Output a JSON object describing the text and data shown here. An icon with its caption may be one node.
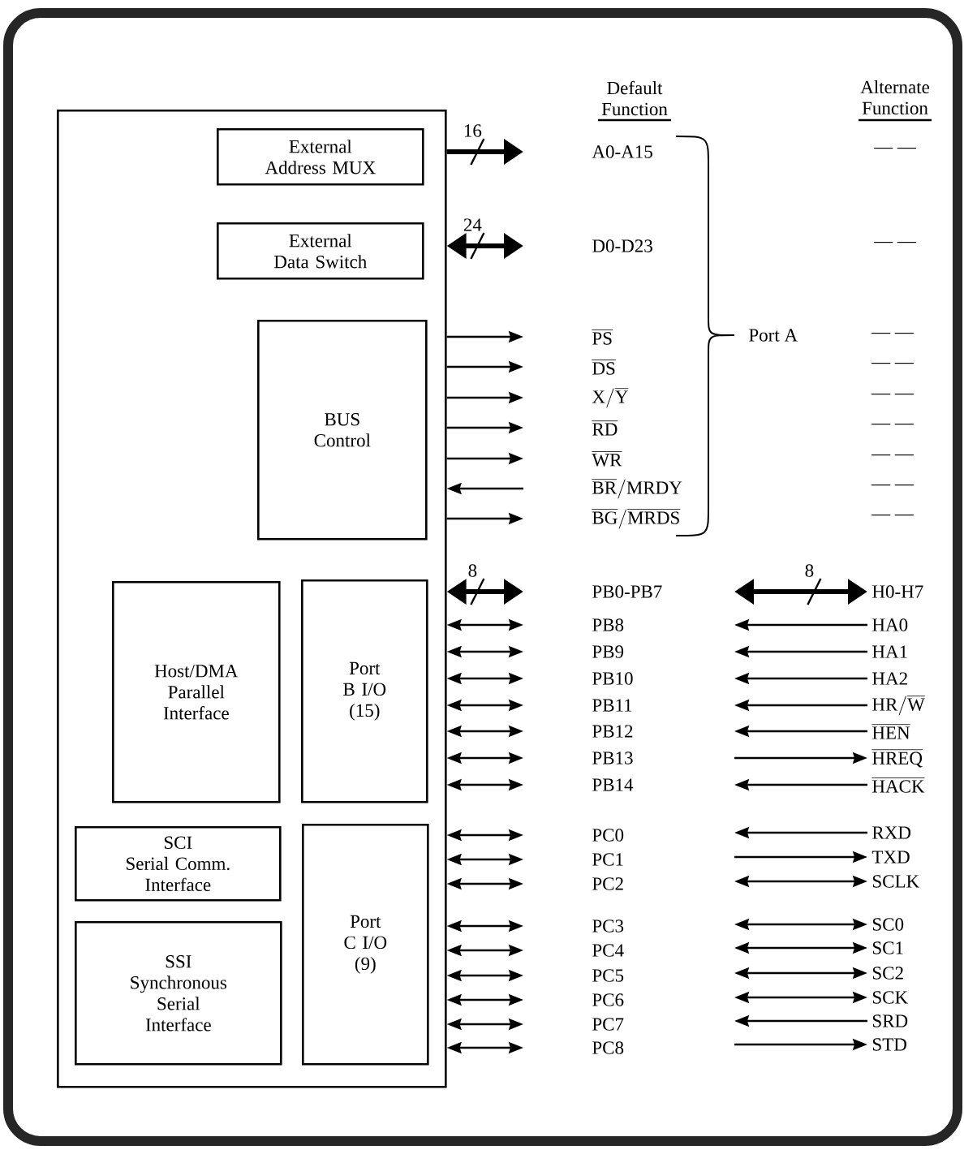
{
  "diagram": {
    "nodes": [
      {
        "text": [],
        "shape": "box"
      },
      {
        "text": [
          "External Address MUX"
        ],
        "in": 0
      },
      {
        "text": [
          "External Data Switch"
        ],
        "in": 0
      },
      {
        "text": [
          "BUS Control"
        ],
        "in": 0
      },
      {
        "text": [
          "Host/DMA Parallel Interface"
        ],
        "in": 0
      },
      {
        "text": [
          "Port B I/O (15)"
        ],
        "in": 0
      },
      {
        "text": [
          "SCI",
          "Serial Comm. Interface"
        ],
        "in": 0
      },
      {
        "text": [
          "SSI",
          "Synchronous Serial Interface"
        ],
        "in": 0
      },
      {
        "text": [
          "Port C I/O (9)"
        ],
        "in": 0
      },
      {
        "text": [
          "A0-A15"
        ]
      },
      {
        "text": [
          "D0-D23"
        ]
      },
      {
        "text": [
          "\\overline{\\mathrm{PS}}"
        ]
      },
      {
        "text": [
          "\\overline{\\mathrm{DS}}"
        ]
      },
      {
        "text": [
          "\\mathrm{X}/\\overline{\\mathrm{Y}}"
        ]
      },
      {
        "text": [
          "\\overline{\\mathrm{RD}}"
        ]
      },
      {
        "text": [
          "\\overline{\\mathrm{WR}}"
        ]
      },
      {
        "text": [
          "\\overline{\\mathrm{BR}}/\\mathrm{MRDY}"
        ]
      },
      {
        "text": [
          "\\overline{\\mathrm{BG}}/\\overline{\\mathrm{MRDS}}"
        ]
      },
      {
        "text": [
          "PB0-PB7"
        ]
      },
      {
        "text": [
          "PB8"
        ]
      },
      {
        "text": [
          "PB9"
        ]
      },
      {
        "text": [
          "PB10"
        ]
      },
      {
        "text": [
          "PB11"
        ]
      },
      {
        "text": [
          "PB12"
        ]
      },
      {
        "text": [
          "PB13"
        ]
      },
      {
        "text": [
          "PB14"
        ]
      },
      {
        "text": [
          "PC0"
        ]
      },
      {
        "text": [
          "PC1"
        ]
      },
      {
        "text": [
          "PC2"
        ]
      },
      {
        "text": [
          "PC3"
        ]
      },
      {
        "text": [
          "PC4"
        ]
      },
      {
        "text": [
          "PC5"
        ]
      },
      {
        "text": [
          "PC6"
        ]
      },
      {
        "text": [
          "PC7"
        ]
      },
      {
        "text": [
          "PC8"
        ]
      },
      {
        "text": [
          "H0-H7"
        ]
      },
      {
        "text": [
          "HA0"
        ]
      },
      {
        "text": [
          "HA1"
        ]
      },
      {
        "text": [
          "HA2"
        ]
      },
      {
        "text": [
          "\\mathrm{HR}/\\overline{\\mathrm{W}}"
        ]
      },
      {
        "text": [
          "\\overline{\\mathrm{HEN}}"
        ]
      },
      {
        "text": [
          "\\overline{\\mathrm{HREQ}}"
        ]
      },
      {
        "text": [
          "\\overline{\\mathrm{HACK}}"
        ]
      },
      {
        "text": [
          "RXD"
        ]
      },
      {
        "text": [
          "TXD"
        ]
      },
      {
        "text": [
          "SCLK"
        ]
      },
      {
        "text": [
          "SC0"
        ]
      },
      {
        "text": [
          "SC1"
        ]
      },
      {
        "text": [
          "SC2"
        ]
      },
      {
        "text": [
          "SCK"
        ]
      },
      {
        "text": [
          "SRD"
        ]
      },
      {
        "text": [
          "STD"
        ]
      }
    ],
    "edges": [
      {
        "from": 0,
        "to": 9,
        "arrow": "to",
        "label": "16",
        "style": "thick"
      },
      {
        "from": 0,
        "to": 10,
        "arrow": "both",
        "label": "24",
        "style": "thick"
      },
      {
        "from": 0,
        "to": 11,
        "arrow": "to"
      },
      {
        "from": 0,
        "to": 12,
        "arrow": "to"
      },
      {
        "from": 0,
        "to": 13,
        "arrow": "to"
      },
      {
        "from": 0,
        "to": 14,
        "arrow": "to"
      },
      {
        "from": 0,
        "to": 15,
        "arrow": "to"
      },
      {
        "from": 16,
        "to": 0,
        "arrow": "to"
      },
      {
        "from": 0,
        "to": 17,
        "arrow": "to"
      },
      {
        "from": 0,
        "to": 18,
        "arrow": "both",
        "label": "8",
        "style": "thick"
      },
      {
        "from": 0,
        "to": 19,
        "arrow": "both"
      },
      {
        "from": 0,
        "to": 20,
        "arrow": "both"
      },
      {
        "from": 0,
        "to": 21,
        "arrow": "both"
      },
      {
        "from": 0,
        "to": 22,
        "arrow": "both"
      },
      {
        "from": 0,
        "to": 23,
        "arrow": "both"
      },
      {
        "from": 0,
        "to": 24,
        "arrow": "both"
      },
      {
        "from": 0,
        "to": 25,
        "arrow": "both"
      },
      {
        "from": 0,
        "to": 26,
        "arrow": "both"
      },
      {
        "from": 0,
        "to": 27,
        "arrow": "both"
      },
      {
        "from": 0,
        "to": 28,
        "arrow": "both"
      },
      {
        "from": 0,
        "to": 29,
        "arrow": "both"
      },
      {
        "from": 0,
        "to": 30,
        "arrow": "both"
      },
      {
        "from": 0,
        "to": 31,
        "arrow": "both"
      },
      {
        "from": 0,
        "to": 32,
        "arrow": "both"
      },
      {
        "from": 0,
        "to": 33,
        "arrow": "both"
      },
      {
        "from": 0,
        "to": 34,
        "arrow": "both"
      },
      {
        "from": 35,
        "to": null,
        "arrow": "both",
        "label": "8",
        "style": "thick"
      },
      {
        "from": 36,
        "to": null,
        "arrow": "to"
      },
      {
        "from": 37,
        "to": null,
        "arrow": "to"
      },
      {
        "from": 38,
        "to": null,
        "arrow": "to"
      },
      {
        "from": 39,
        "to": null,
        "arrow": "to"
      },
      {
        "from": 40,
        "to": null,
        "arrow": "to"
      },
      {
        "from": null,
        "to": 41,
        "arrow": "to"
      },
      {
        "from": 42,
        "to": null,
        "arrow": "to"
      },
      {
        "from": 43,
        "to": null,
        "arrow": "to"
      },
      {
        "from": null,
        "to": 44,
        "arrow": "to"
      },
      {
        "from": 45,
        "to": null,
        "arrow": "both"
      },
      {
        "from": 46,
        "to": null,
        "arrow": "both"
      },
      {
        "from": 47,
        "to": null,
        "arrow": "both"
      },
      {
        "from": 48,
        "to": null,
        "arrow": "both"
      },
      {
        "from": 49,
        "to": null,
        "arrow": "both"
      },
      {
        "from": 50,
        "to": null,
        "arrow": "to"
      },
      {
        "from": null,
        "to": 51,
        "arrow": "to"
      }
    ],
    "labels": [
      "Default Function",
      "Alternate Function",
      "— —",
      "— —",
      "Port A",
      "— —",
      "— —",
      "— —",
      "— —",
      "— —",
      "— —",
      "— —"
    ]
  }
}
